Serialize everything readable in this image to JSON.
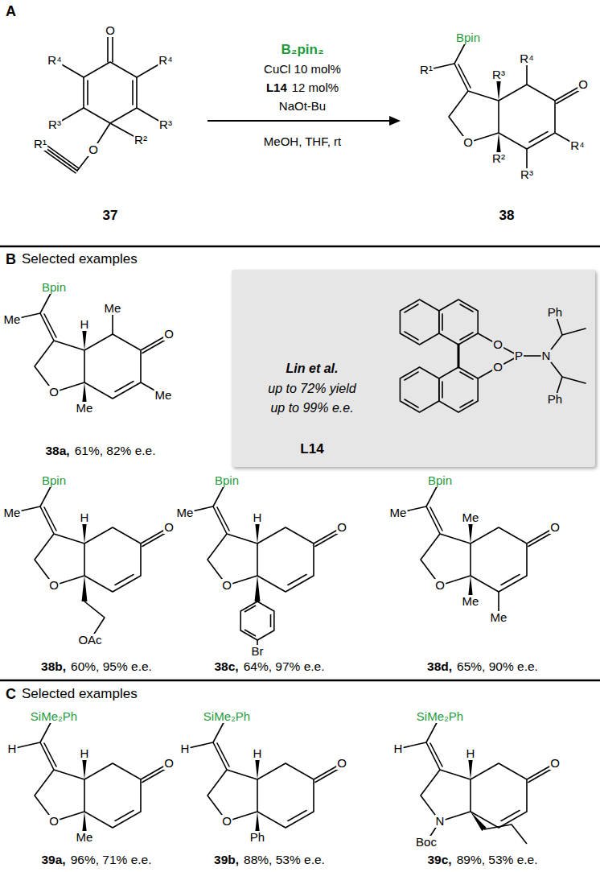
{
  "diagram": {
    "nodes": [
      {
        "text": [
          "Lin et al.",
          "up to 72% yield",
          "up to 99% e.e.",
          "L14"
        ]
      }
    ],
    "labels": [
      "A",
      "R⁴",
      "O",
      "R⁴",
      "R³",
      "R³",
      "R²",
      "O",
      "R¹",
      "37",
      "B₂pin₂",
      "CuCl 10 mol%",
      "L14",
      "12 mol%",
      "NaOt-Bu",
      "MeOH, THF, rt",
      "R¹",
      "Bpin",
      "R³",
      "R⁴",
      "O",
      "R⁴",
      "O",
      "R³",
      "R²",
      "38",
      "B",
      "Selected examples",
      "Bpin",
      "Me",
      "H",
      "Me",
      "O",
      "O",
      "Me",
      "Me",
      "38a,",
      "61%, 82% e.e.",
      "Bpin",
      "Me",
      "H",
      "O",
      "O",
      "OAc",
      "38b,",
      "60%, 95% e.e.",
      "Bpin",
      "Me",
      "H",
      "O",
      "O",
      "Br",
      "38c,",
      "64%, 97% e.e.",
      "Bpin",
      "Me",
      "Me",
      "O",
      "O",
      "Me",
      "Me",
      "38d,",
      "65%, 90% e.e.",
      "Ph",
      "O",
      "P",
      "N",
      "O",
      "Ph",
      "C",
      "Selected examples",
      "SiMe₂Ph",
      "H",
      "H",
      "O",
      "O",
      "Me",
      "39a,",
      "96%, 71% e.e.",
      "SiMe₂Ph",
      "H",
      "H",
      "O",
      "O",
      "Ph",
      "39b,",
      "88%, 53% e.e.",
      "SiMe₂Ph",
      "H",
      "H",
      "O",
      "N",
      "Boc",
      "39c,",
      "89%, 53% e.e."
    ]
  }
}
